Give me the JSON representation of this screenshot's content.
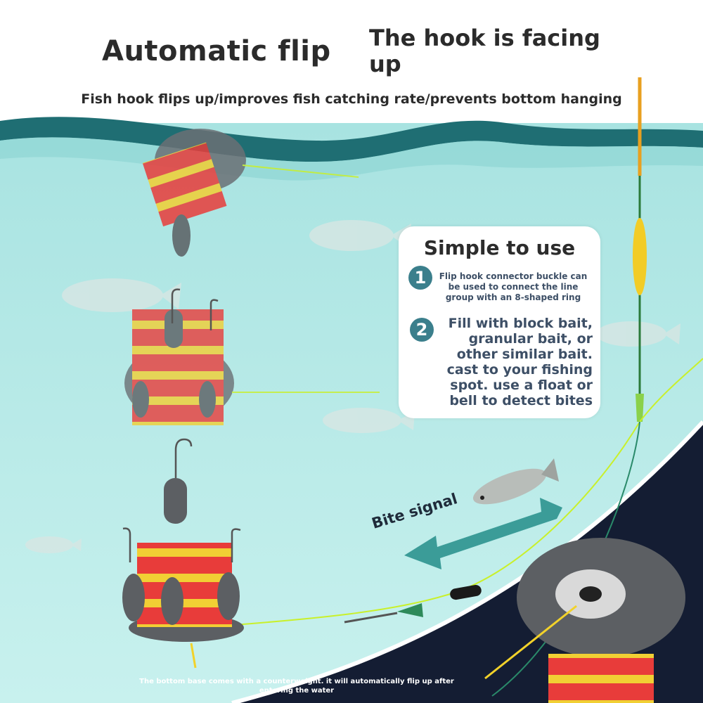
{
  "header": {
    "title": "Automatic flip",
    "side_title": "The hook is facing up",
    "subtitle": "Fish hook flips up/improves fish catching rate/prevents bottom hanging"
  },
  "card": {
    "title": "Simple to use",
    "steps": [
      {
        "num": "1",
        "text": "Flip hook connector buckle can be used to connect the line group with an 8-shaped ring"
      },
      {
        "num": "2",
        "text": "Fill with block bait, granular bait, or other similar bait. cast to your fishing spot. use a float or bell to detect bites"
      }
    ]
  },
  "bite_signal": "Bite signal",
  "caption": "The bottom base comes with a counterweight. it will automatically flip up after entering the water",
  "colors": {
    "water": "#b7ebe9",
    "wave_dark": "#1f6e73",
    "night": "#141d33",
    "foam_red": "#e83c3a",
    "foam_yellow": "#f1cf34",
    "base": "#5c5f63",
    "line": "#c9f02a",
    "accent": "#3b7f8c"
  },
  "icons": [
    "fish-icon",
    "hook-icon",
    "float-icon",
    "swivel-icon",
    "arrow-icon"
  ]
}
